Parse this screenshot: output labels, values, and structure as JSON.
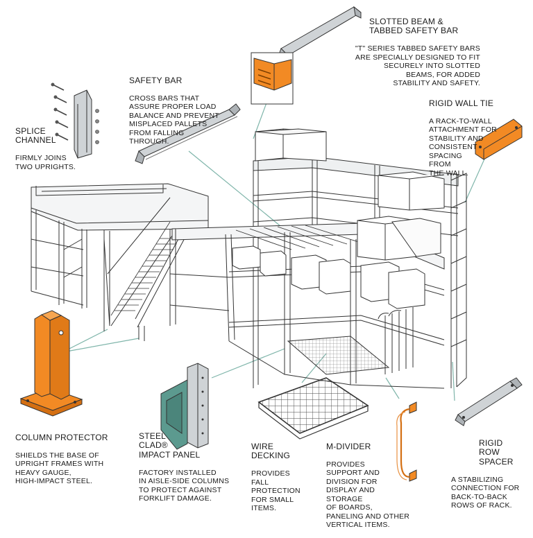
{
  "colors": {
    "accent": "#f28a24",
    "teal_panel": "#5c9a8f",
    "steel": "#cfd3d6",
    "line": "#333333",
    "leader": "#7fb5aa"
  },
  "callouts": {
    "slotted_beam": {
      "title": "SLOTTED BEAM &\nTABBED SAFETY BAR",
      "desc": "\"T\" SERIES TABBED SAFETY BARS\nARE SPECIALLY DESIGNED TO FIT\nSECURELY INTO SLOTTED\nBEAMS, FOR ADDED\nSTABILITY AND SAFETY."
    },
    "safety_bar": {
      "title": "SAFETY BAR",
      "desc": "CROSS BARS THAT\nASSURE PROPER LOAD\nBALANCE AND PREVENT\nMISPLACED PALLETS\nFROM FALLING\nTHROUGH."
    },
    "splice_channel": {
      "title": "SPLICE\nCHANNEL",
      "desc": "FIRMLY JOINS\nTWO UPRIGHTS."
    },
    "rigid_wall_tie": {
      "title": "RIGID WALL TIE",
      "desc": "A RACK-TO-WALL\nATTACHMENT FOR\nSTABILITY AND\nCONSISTENT\nSPACING\nFROM\nTHE WALL."
    },
    "column_protector": {
      "title": "COLUMN PROTECTOR",
      "desc": "SHIELDS THE BASE OF\nUPRIGHT FRAMES WITH\nHEAVY GAUGE,\nHIGH-IMPACT STEEL."
    },
    "steel_clad": {
      "title": "STEEL\nCLAD®\nIMPACT PANEL",
      "desc": "FACTORY INSTALLED\nIN AISLE-SIDE COLUMNS\nTO PROTECT AGAINST\nFORKLIFT DAMAGE."
    },
    "wire_decking": {
      "title": "WIRE\nDECKING",
      "desc": "PROVIDES\nFALL\nPROTECTION\nFOR SMALL\nITEMS."
    },
    "m_divider": {
      "title": "M-DIVIDER",
      "desc": "PROVIDES\nSUPPORT AND\nDIVISION FOR\nDISPLAY AND\nSTORAGE\nOF BOARDS,\nPANELING AND OTHER\nVERTICAL ITEMS."
    },
    "rigid_row_spacer": {
      "title": "RIGID\nROW SPACER",
      "desc": "A STABILIZING\nCONNECTION FOR\nBACK-TO-BACK\nROWS OF RACK."
    }
  }
}
